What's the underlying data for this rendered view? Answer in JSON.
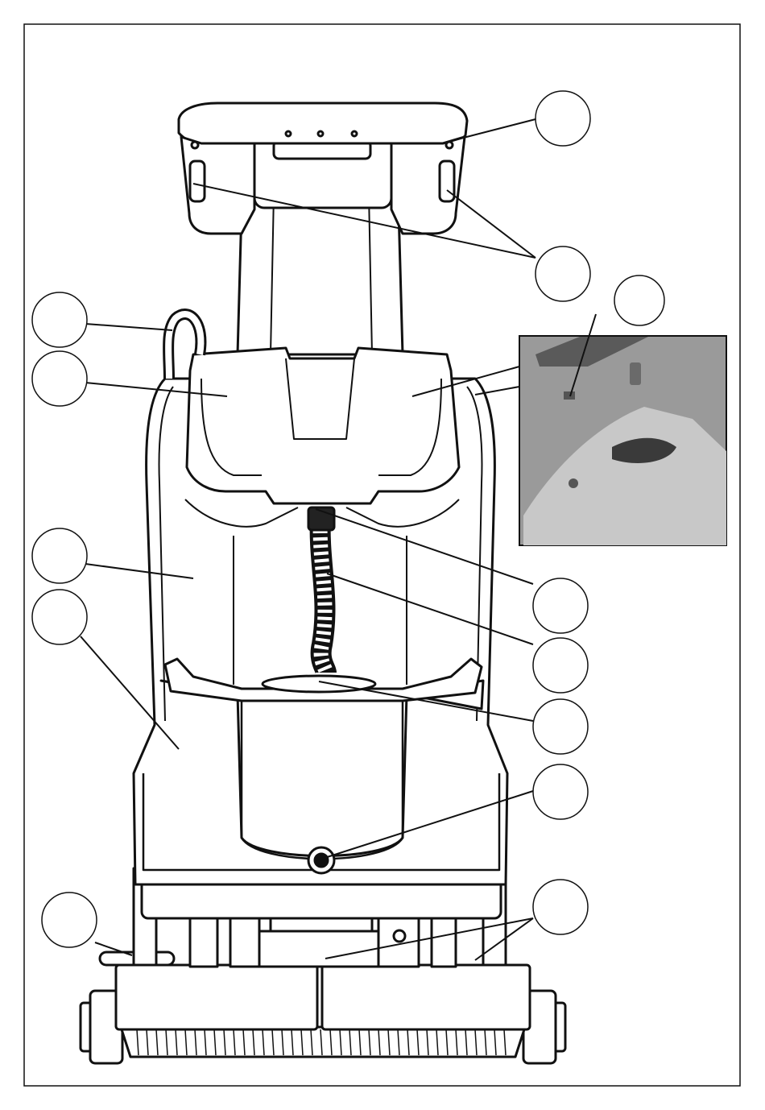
{
  "figure": {
    "callouts": [
      {
        "id": "c1",
        "label": ""
      },
      {
        "id": "c2",
        "label": ""
      },
      {
        "id": "c3",
        "label": ""
      },
      {
        "id": "c4",
        "label": ""
      },
      {
        "id": "c5",
        "label": ""
      },
      {
        "id": "c6",
        "label": ""
      },
      {
        "id": "c7",
        "label": ""
      },
      {
        "id": "c8",
        "label": ""
      },
      {
        "id": "c9",
        "label": ""
      },
      {
        "id": "c10",
        "label": ""
      },
      {
        "id": "c11",
        "label": ""
      },
      {
        "id": "c12",
        "label": ""
      },
      {
        "id": "c13",
        "label": ""
      },
      {
        "id": "c14",
        "label": ""
      }
    ],
    "inset": {
      "kind": "detail-photo"
    },
    "colors": {
      "line": "#111111",
      "fill": "#ffffff",
      "inset_bg": "#9a9a9a"
    }
  }
}
